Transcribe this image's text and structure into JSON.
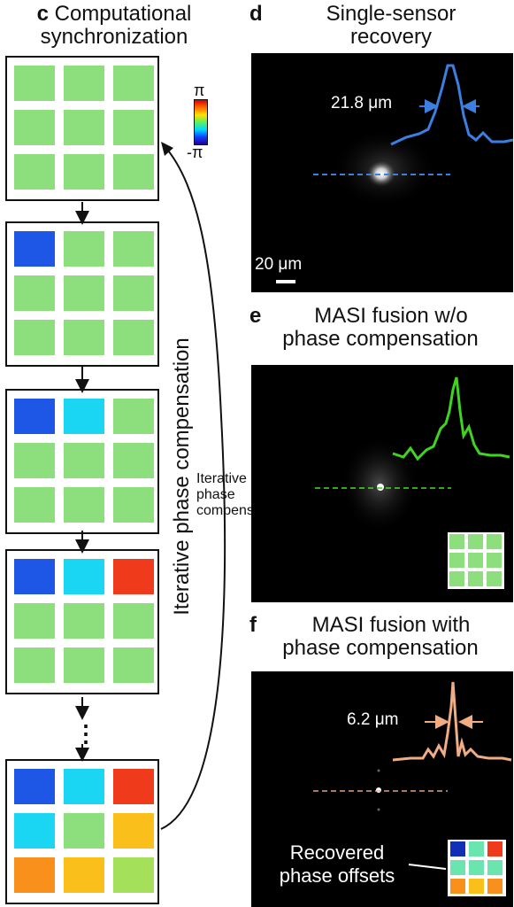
{
  "panel_c": {
    "letter": "c",
    "title_line1": "Computational",
    "title_line2": "synchronization",
    "colorbar_top": "π",
    "colorbar_bottom": "-π",
    "loop_label": "Iterative phase compensation",
    "grids": [
      [
        "green",
        "green",
        "green",
        "green",
        "green",
        "green",
        "green",
        "green",
        "green"
      ],
      [
        "blue",
        "green",
        "green",
        "green",
        "green",
        "green",
        "green",
        "green",
        "green"
      ],
      [
        "blue",
        "cyan",
        "green",
        "green",
        "green",
        "green",
        "green",
        "green",
        "green"
      ],
      [
        "blue",
        "cyan",
        "red",
        "green",
        "green",
        "green",
        "green",
        "green",
        "green"
      ],
      [
        "blue",
        "cyan",
        "red",
        "cyan",
        "green",
        "amber",
        "orange",
        "amber",
        "lime"
      ]
    ],
    "ellipsis": "⋮"
  },
  "panel_d": {
    "letter": "d",
    "title_line1": "Single-sensor",
    "title_line2": "recovery",
    "fwhm_label": "21.8 μm",
    "scalebar_label": "20 μm"
  },
  "panel_e": {
    "letter": "e",
    "title_line1": "MASI fusion w/o",
    "title_line2": "phase compensation"
  },
  "panel_f": {
    "letter": "f",
    "title_line1": "MASI fusion with",
    "title_line2": "phase compensation",
    "fwhm_label": "6.2 μm",
    "inset_label_line1": "Recovered",
    "inset_label_line2": "phase offsets",
    "inset_colors": [
      "navy",
      "mint",
      "red",
      "mint",
      "mint",
      "mint",
      "orange",
      "amber",
      "orange"
    ]
  },
  "colors": {
    "green": "#8ddf7e",
    "blue": "#1e56e6",
    "cyan": "#1ad6f2",
    "red": "#ef3b1c",
    "amber": "#fbbf1c",
    "orange": "#f9901c",
    "lime": "#a5e05a",
    "navy": "#1130b5",
    "mint": "#6be5b0",
    "profile_d": "#3d7fe0",
    "profile_e": "#3fd422",
    "profile_f": "#f0ad84"
  }
}
